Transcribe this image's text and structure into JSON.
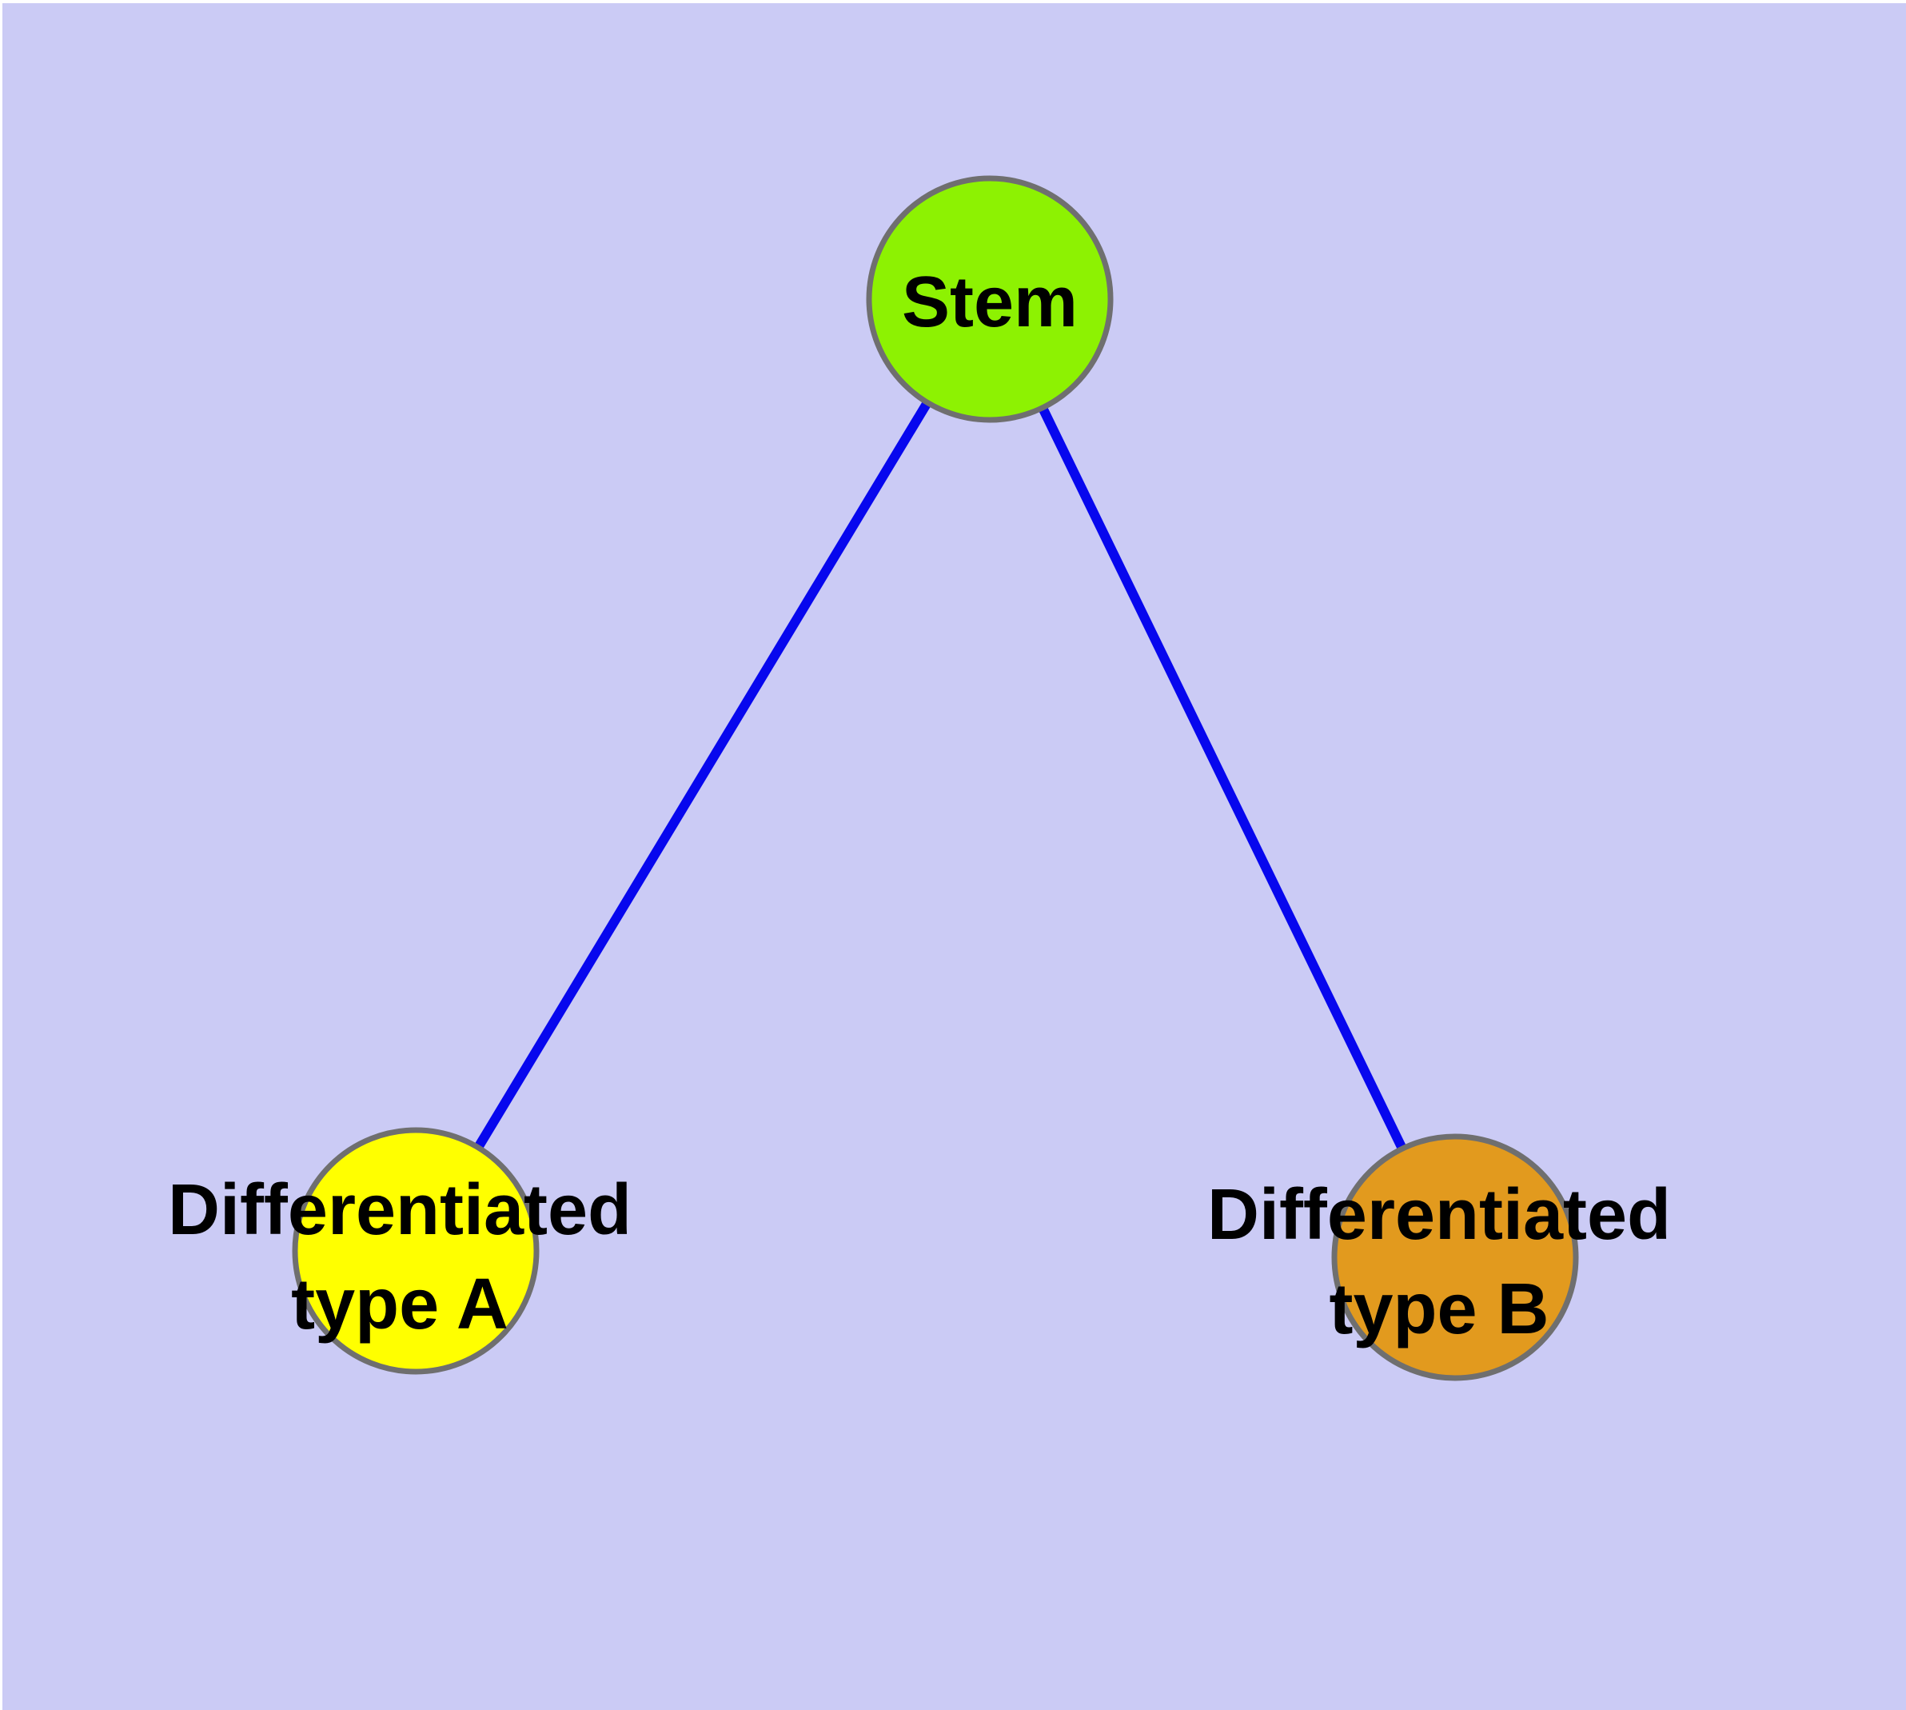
{
  "canvas": {
    "background_color": "#cbcbf5",
    "margin_color": "#ffffff"
  },
  "diagram": {
    "type": "node-link-graph",
    "edge_color": "#0707ee",
    "node_border_color": "#6f6f6f",
    "label_color": "#000000",
    "nodes": [
      {
        "id": "stem",
        "label": "Stem",
        "fill": "#8df202"
      },
      {
        "id": "differentiated-type-a",
        "label_line1": "Differentiated",
        "label_line2": "type A",
        "fill": "#ffff00"
      },
      {
        "id": "differentiated-type-b",
        "label_line1": "Differentiated",
        "label_line2": "type B",
        "fill": "#e29a1e"
      }
    ],
    "edges": [
      {
        "from": "Stem",
        "to": "Differentiated type A"
      },
      {
        "from": "Stem",
        "to": "Differentiated type B"
      }
    ]
  }
}
